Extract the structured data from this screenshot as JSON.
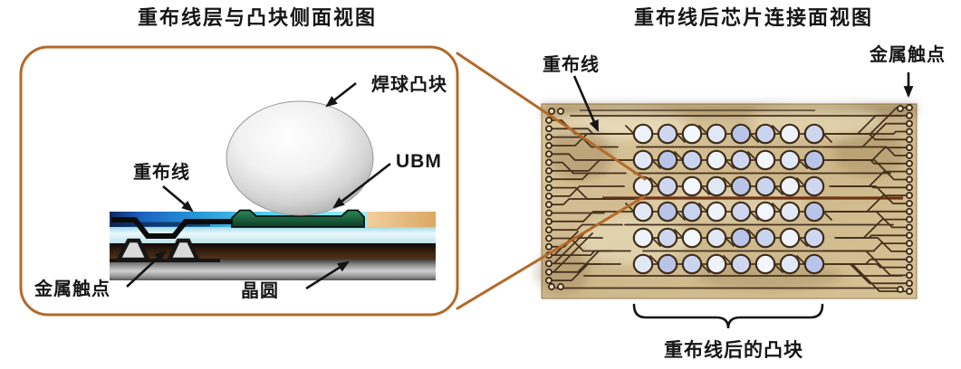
{
  "titles": {
    "left": "重布线层与凸块侧面视图",
    "right": "重布线后芯片连接面视图"
  },
  "cross_section": {
    "labels": {
      "solder_ball": "焊球凸块",
      "ubm": "UBM",
      "rdl": "重布线",
      "metal_contact": "金属触点",
      "wafer": "晶圆"
    }
  },
  "chip_view": {
    "labels": {
      "rdl": "重布线",
      "metal_contact": "金属触点",
      "bumps_after_rdl": "重布线后的凸块"
    },
    "chip": {
      "bump_rows": 6,
      "bump_cols": 8,
      "left_contact_count": 20,
      "right_contact_count": 24,
      "bump_palette": [
        "#eef2fa",
        "#c9d5ef",
        "#b9c4e9",
        "#e0e8f6",
        "#f3f6fc",
        "#cfd6f0"
      ]
    }
  },
  "colors": {
    "callout_orange": "#b3692a",
    "chip_base": "#d3bf95",
    "trace_brown": "#45311d",
    "ubm_green": "#15573c",
    "rdl_blue": "#2aa0dc",
    "bump_fill": "#cfd9ee",
    "wafer_grey": "#9a9a9a",
    "dielectric_brown": "#2a170d"
  }
}
